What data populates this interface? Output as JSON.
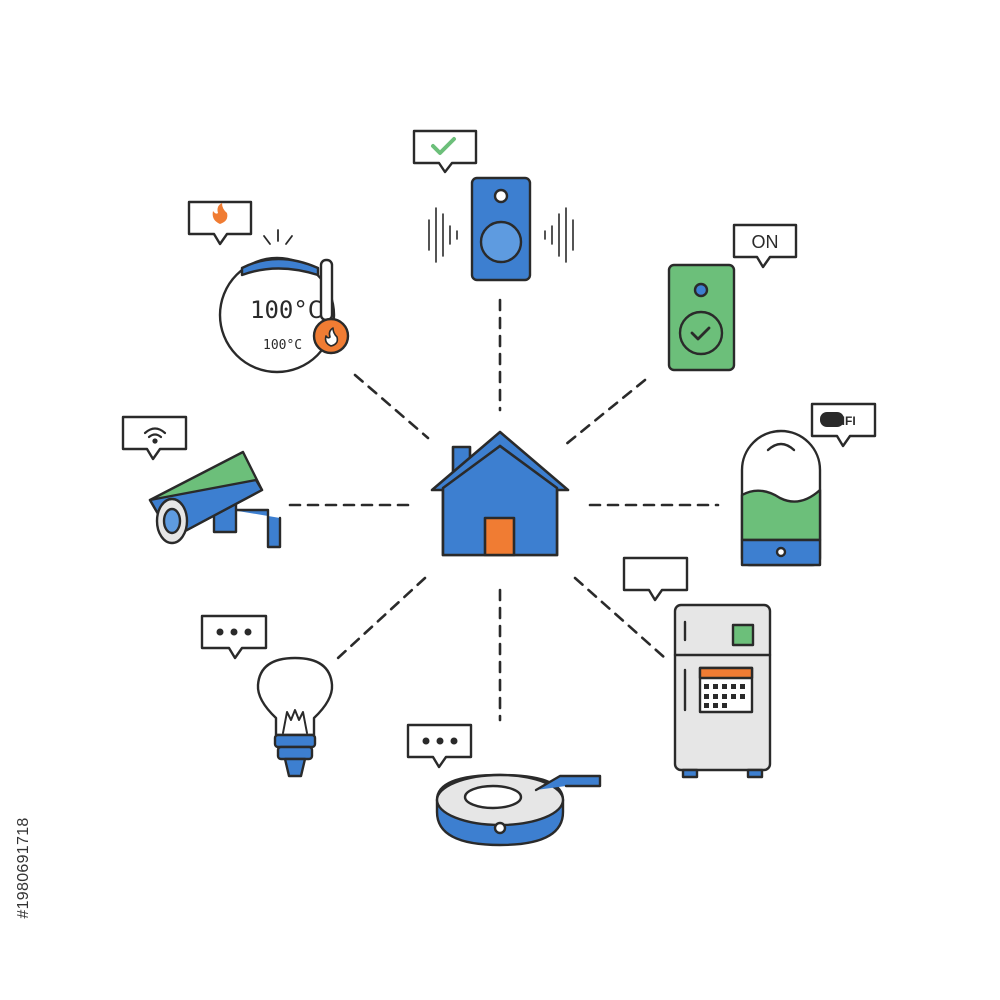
{
  "thermostat": {
    "display_main": "100°C",
    "display_sub": "100°C"
  },
  "smart_plug": {
    "bubble_text": "ON"
  },
  "air_purifier": {
    "bubble_text": "WIFI"
  },
  "fridge": {},
  "stock_id": {
    "text": "#198069171 8",
    "text_exact": "#1980691718"
  },
  "colors": {
    "outline": "#2a2a2a",
    "blue": "#3d7fd0",
    "blue_light": "#5e9be0",
    "green": "#6cbf7a",
    "orange": "#f07c33",
    "grey": "#e6e6e6",
    "white": "#ffffff"
  },
  "icons": [
    "home-icon",
    "speaker-icon",
    "smart-plug-icon",
    "air-purifier-icon",
    "fridge-icon",
    "robot-vacuum-icon",
    "light-bulb-icon",
    "security-camera-icon",
    "thermostat-icon"
  ]
}
